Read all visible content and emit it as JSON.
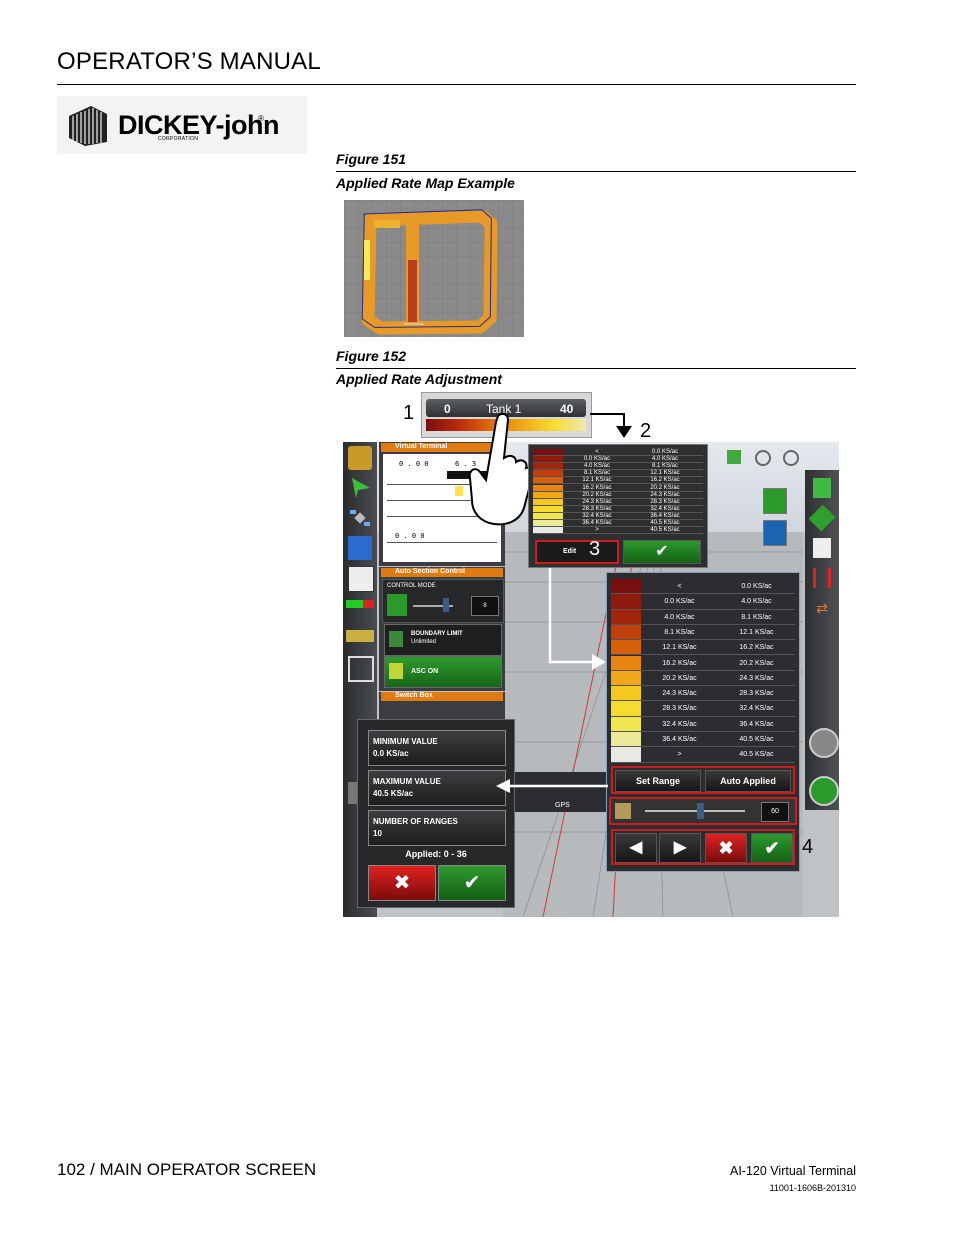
{
  "header": {
    "title": "OPERATOR’S MANUAL"
  },
  "logo": {
    "name": "DICKEY-john",
    "registered": "®",
    "corp": "CORPORATION"
  },
  "fig151": {
    "label": "Figure 151",
    "title": "Applied Rate Map Example"
  },
  "fig152": {
    "label": "Figure 152",
    "title": "Applied Rate Adjustment"
  },
  "callouts": {
    "c1": "1",
    "c2": "2",
    "c3": "3",
    "c4": "4"
  },
  "tankbar": {
    "min": "0",
    "name": "Tank 1",
    "max": "40"
  },
  "vt": {
    "virtual_terminal": "Virtual Terminal",
    "auto_section_control": "Auto Section Control",
    "control_mode": "CONTROL MODE",
    "slider_value": "8",
    "boundary_limit": "BOUNDARY LIMIT",
    "boundary_value": "Unlimited",
    "asc_on": "ASC ON",
    "switch_box": "Switch Box",
    "gps": "GPS"
  },
  "legend_small": {
    "rows": [
      [
        "<",
        "0.0 KS/ac"
      ],
      [
        "0.0 KS/ac",
        "4.0 KS/ac"
      ],
      [
        "4.0 KS/ac",
        "8.1 KS/ac"
      ],
      [
        "8.1 KS/ac",
        "12.1 KS/ac"
      ],
      [
        "12.1 KS/ac",
        "16.2 KS/ac"
      ],
      [
        "16.2 KS/ac",
        "20.2 KS/ac"
      ],
      [
        "20.2 KS/ac",
        "24.3 KS/ac"
      ],
      [
        "24.3 KS/ac",
        "28.3 KS/ac"
      ],
      [
        "28.3 KS/ac",
        "32.4 KS/ac"
      ],
      [
        "32.4 KS/ac",
        "36.4 KS/ac"
      ],
      [
        "36.4 KS/ac",
        "40.5 KS/ac"
      ],
      [
        ">",
        "40.5 KS/ac"
      ]
    ],
    "edit_label": "Edit"
  },
  "legend_large": {
    "rows": [
      [
        "<",
        "0.0 KS/ac"
      ],
      [
        "0.0 KS/ac",
        "4.0 KS/ac"
      ],
      [
        "4.0 KS/ac",
        "8.1 KS/ac"
      ],
      [
        "8.1 KS/ac",
        "12.1 KS/ac"
      ],
      [
        "12.1 KS/ac",
        "16.2 KS/ac"
      ],
      [
        "16.2 KS/ac",
        "20.2 KS/ac"
      ],
      [
        "20.2 KS/ac",
        "24.3 KS/ac"
      ],
      [
        "24.3 KS/ac",
        "28.3 KS/ac"
      ],
      [
        "28.3 KS/ac",
        "32.4 KS/ac"
      ],
      [
        "32.4 KS/ac",
        "36.4 KS/ac"
      ],
      [
        "36.4 KS/ac",
        "40.5 KS/ac"
      ],
      [
        ">",
        "40.5 KS/ac"
      ]
    ],
    "colors": [
      "#7a0f0f",
      "#8e1a0e",
      "#a3260c",
      "#c0400a",
      "#d6600a",
      "#e88510",
      "#f0a818",
      "#f5c820",
      "#f6dc30",
      "#f2e64e",
      "#ede99a",
      "#e9e9e3"
    ],
    "set_range": "Set Range",
    "auto_applied": "Auto Applied",
    "slider_value": "60"
  },
  "range_dialog": {
    "min_label": "MINIMUM VALUE",
    "min_value": "0.0 KS/ac",
    "max_label": "MAXIMUM VALUE",
    "max_value": "40.5 KS/ac",
    "num_label": "NUMBER OF RANGES",
    "num_value": "10",
    "applied": "Applied: 0 - 36"
  },
  "footer": {
    "left": "102 / MAIN OPERATOR SCREEN",
    "right": "AI-120 Virtual Terminal",
    "code": "11001-1606B-201310"
  },
  "colors": {
    "accent_red": "#d11a1a",
    "ok_green": "#1f8a1f",
    "orange_header": "#e07b10"
  }
}
